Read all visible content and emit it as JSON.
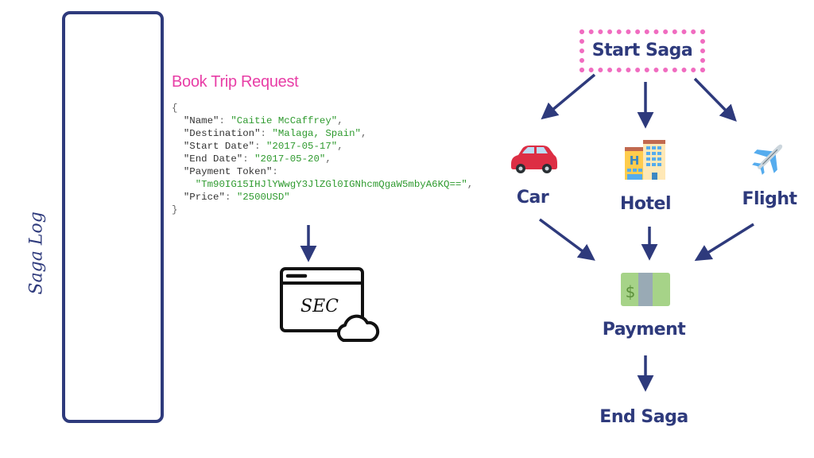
{
  "saga_log": {
    "label": "Saga Log"
  },
  "request": {
    "title": "Book Trip Request",
    "open_brace": "{",
    "close_brace": "}",
    "fields": [
      {
        "key": "\"Name\"",
        "value": "\"Caitie McCaffrey\"",
        "suffix": ","
      },
      {
        "key": "\"Destination\"",
        "value": "\"Malaga, Spain\"",
        "suffix": ","
      },
      {
        "key": "\"Start Date\"",
        "value": "\"2017-05-17\"",
        "suffix": ","
      },
      {
        "key": "\"End Date\"",
        "value": "\"2017-05-20\"",
        "suffix": ","
      },
      {
        "key": "\"Payment Token\"",
        "value": "\"Tm90IG15IHJlYWwgY3JlZGl0IGNhcmQgaW5mbyA6KQ==\"",
        "suffix": ","
      },
      {
        "key": "\"Price\"",
        "value": "\"2500USD\"",
        "suffix": ""
      }
    ]
  },
  "sec": {
    "label": "SEC",
    "icon": "browser-window-cloud-icon"
  },
  "flow": {
    "start": "Start Saga",
    "car": "Car",
    "hotel": "Hotel",
    "flight": "Flight",
    "payment": "Payment",
    "end": "End Saga"
  },
  "icons": {
    "car": "car-icon",
    "hotel": "hotel-icon",
    "flight": "airplane-icon",
    "payment": "banknote-icon"
  },
  "colors": {
    "primary": "#2e3a7c",
    "accent_pink": "#e83ea6",
    "dotted_border": "#f06cc0",
    "json_value": "#2e9a2e"
  }
}
